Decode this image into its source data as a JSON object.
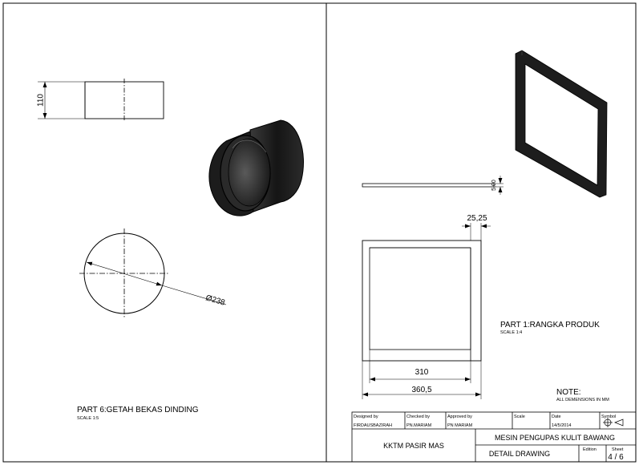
{
  "part6": {
    "title": "PART 6:GETAH BEKAS DINDING",
    "scale": "SCALE 1:5",
    "dim_height": "110",
    "dim_diameter": "Ø238"
  },
  "part1": {
    "title": "PART 1:RANGKA PRODUK",
    "scale": "SCALE 1:4",
    "dim_thickness": "5,00",
    "dim_frame": "25,25",
    "dim_inner": "310",
    "dim_outer": "360,5"
  },
  "note": {
    "title": "NOTE:",
    "text": "ALL DEMENSIONS IN MM"
  },
  "title_block": {
    "designed_by_label": "Designed by",
    "designed_by": "FIRDAUSBAZIRAH",
    "checked_by_label": "Checked by",
    "checked_by": "PN.MARIAM",
    "approved_by_label": "Approved by",
    "approved_by": "PN MARIAM",
    "scale_label": "Scale",
    "date_label": "Date",
    "date": "14/5/2014",
    "symbol_label": "Symbol",
    "institution": "KKTM PASIR MAS",
    "project_title": "MESIN PENGUPAS KULIT BAWANG",
    "drawing_type": "DETAIL DRAWING",
    "edition_label": "Edition",
    "sheet_label": "Sheet",
    "sheet": "4 / 6"
  }
}
